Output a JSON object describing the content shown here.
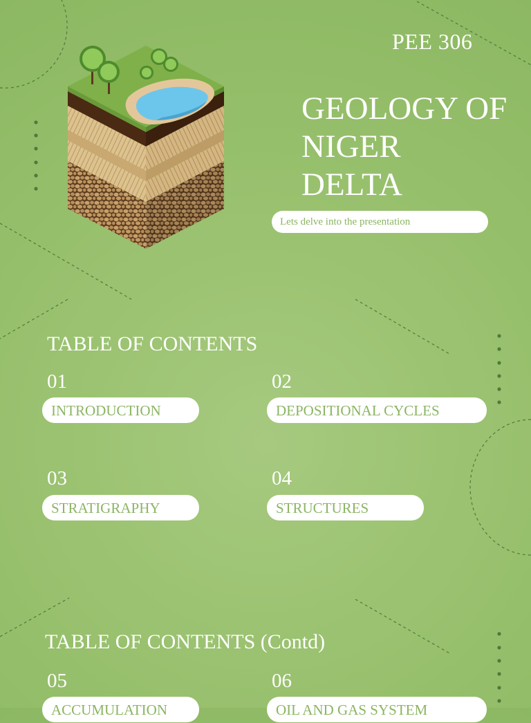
{
  "course_code": "PEE 306",
  "title_lines": [
    "GEOLOGY OF",
    "NIGER",
    "DELTA"
  ],
  "subtitle": "Lets delve into the presentation",
  "illustration": {
    "icon": "soil-layers-icon"
  },
  "toc": {
    "heading": "TABLE OF CONTENTS",
    "items": [
      {
        "number": "01",
        "label": "INTRODUCTION"
      },
      {
        "number": "02",
        "label": "DEPOSITIONAL CYCLES"
      },
      {
        "number": "03",
        "label": "STRATIGRAPHY"
      },
      {
        "number": "04",
        "label": "STRUCTURES"
      }
    ]
  },
  "toc_contd": {
    "heading": "TABLE OF CONTENTS (Contd)",
    "items": [
      {
        "number": "05",
        "label": "ACCUMULATION"
      },
      {
        "number": "06",
        "label": "OIL AND GAS SYSTEM"
      }
    ]
  },
  "colors": {
    "background": "#9cc372",
    "text": "#ffffff",
    "pill_text": "#8bb562",
    "accent_dark": "#4f7a3a"
  }
}
